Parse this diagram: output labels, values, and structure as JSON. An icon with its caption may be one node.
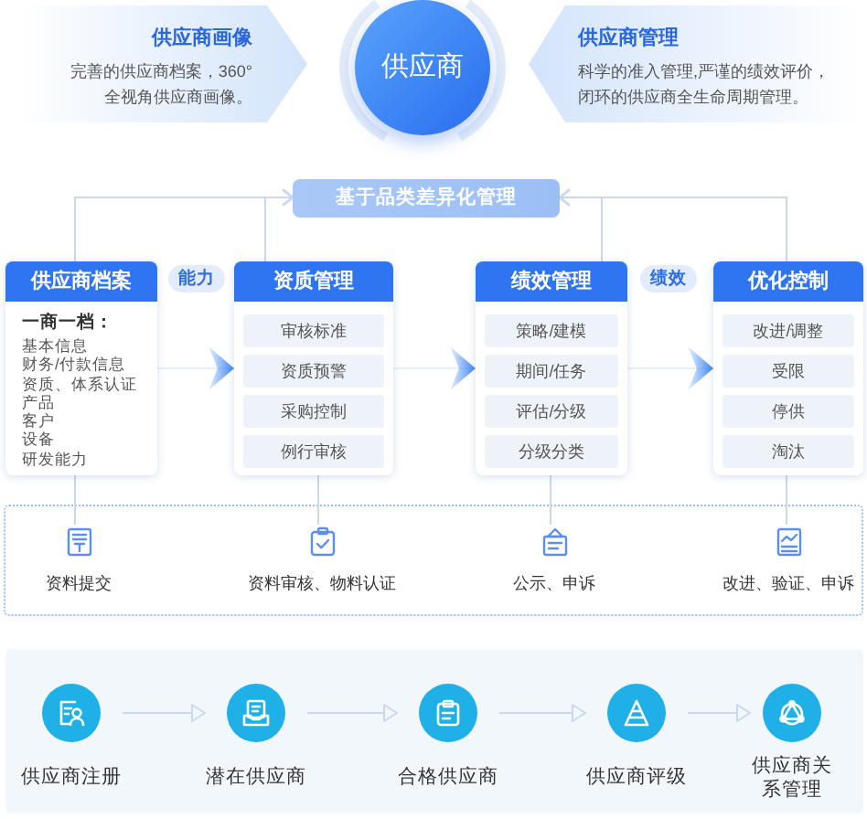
{
  "diagram": {
    "nodes": [
      {
        "text": [
          "供应商画像",
          "完善的供应商档案，360° 全视角供应商画像。"
        ]
      },
      {
        "text": [
          "供应商"
        ]
      },
      {
        "text": [
          "供应商管理",
          "科学的准入管理,严谨的绩效评价，闭环的供应商全生命周期管理。"
        ]
      },
      {
        "text": [
          "基于品类差异化管理"
        ]
      },
      {
        "text": [
          "供应商档案",
          "一商一档：",
          "基本信息",
          "财务/付款信息",
          "资质、体系认证",
          "产品",
          "客户",
          "设备",
          "研发能力"
        ]
      },
      {
        "text": [
          "能力"
        ]
      },
      {
        "text": [
          "资质管理"
        ]
      },
      {
        "text": [
          "审核标准"
        ],
        "in": 6
      },
      {
        "text": [
          "资质预警"
        ],
        "in": 6
      },
      {
        "text": [
          "采购控制"
        ],
        "in": 6
      },
      {
        "text": [
          "例行审核"
        ],
        "in": 6
      },
      {
        "text": [
          "绩效管理"
        ]
      },
      {
        "text": [
          "策略/建模"
        ],
        "in": 11
      },
      {
        "text": [
          "期间/任务"
        ],
        "in": 11
      },
      {
        "text": [
          "评估/分级"
        ],
        "in": 11
      },
      {
        "text": [
          "分级分类"
        ],
        "in": 11
      },
      {
        "text": [
          "绩效"
        ]
      },
      {
        "text": [
          "优化控制"
        ]
      },
      {
        "text": [
          "改进/调整"
        ],
        "in": 17
      },
      {
        "text": [
          "受限"
        ],
        "in": 17
      },
      {
        "text": [
          "停供"
        ],
        "in": 17
      },
      {
        "text": [
          "淘汰"
        ],
        "in": 17
      },
      {
        "text": [],
        "shape": "box"
      },
      {
        "text": [
          "资料提交"
        ],
        "in": 22
      },
      {
        "text": [
          "资料审核、物料认证"
        ],
        "in": 22
      },
      {
        "text": [
          "公示、申诉"
        ],
        "in": 22
      },
      {
        "text": [
          "改进、验证、申诉"
        ],
        "in": 22
      },
      {
        "text": [],
        "shape": "box"
      },
      {
        "text": [
          "供应商注册"
        ],
        "in": 27
      },
      {
        "text": [
          "潜在供应商"
        ],
        "in": 27
      },
      {
        "text": [
          "合格供应商"
        ],
        "in": 27
      },
      {
        "text": [
          "供应商评级"
        ],
        "in": 27
      },
      {
        "text": [
          "供应商关系管理"
        ],
        "in": 27
      }
    ],
    "edges": [
      {
        "from": 4,
        "to": 3,
        "arrow": "to"
      },
      {
        "from": 6,
        "to": 3,
        "arrow": "to"
      },
      {
        "from": 11,
        "to": 3,
        "arrow": "to"
      },
      {
        "from": 17,
        "to": 3,
        "arrow": "to"
      },
      {
        "from": 4,
        "to": 6,
        "arrow": "to",
        "color": "#3f86f5"
      },
      {
        "from": 6,
        "to": 11,
        "arrow": "to",
        "color": "#3f86f5"
      },
      {
        "from": 11,
        "to": 17,
        "arrow": "to",
        "color": "#3f86f5"
      },
      {
        "from": 4,
        "to": 23,
        "arrow": "none"
      },
      {
        "from": 6,
        "to": 24,
        "arrow": "none"
      },
      {
        "from": 11,
        "to": 25,
        "arrow": "none"
      },
      {
        "from": 17,
        "to": 26,
        "arrow": "none"
      },
      {
        "from": 28,
        "to": 29,
        "arrow": "to"
      },
      {
        "from": 29,
        "to": 30,
        "arrow": "to"
      },
      {
        "from": 30,
        "to": 31,
        "arrow": "to"
      },
      {
        "from": 31,
        "to": 32,
        "arrow": "to"
      }
    ]
  }
}
